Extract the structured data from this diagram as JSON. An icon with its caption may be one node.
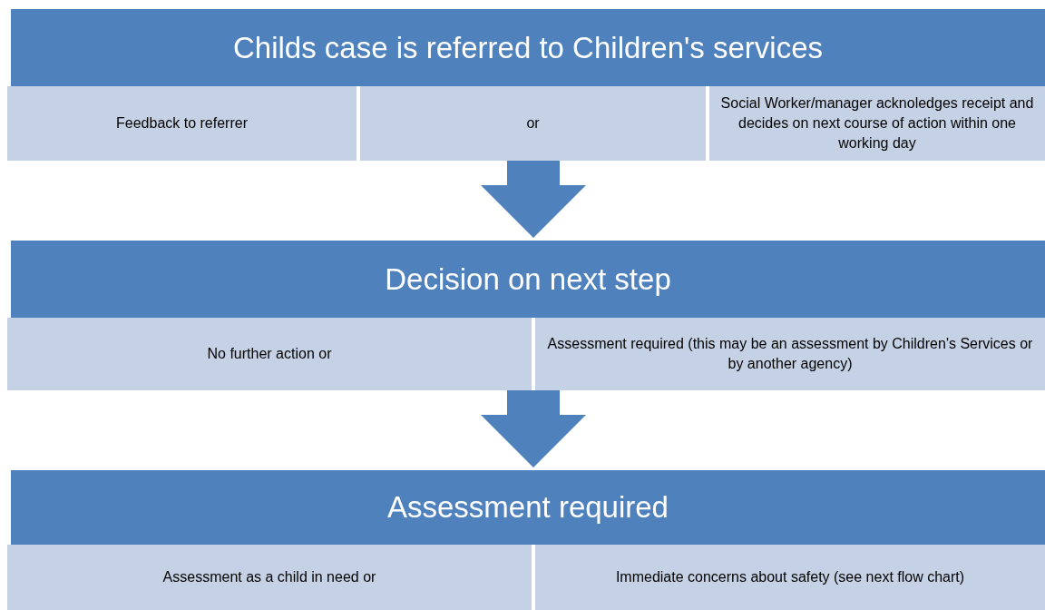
{
  "diagram": {
    "nodes": [
      {
        "text": [
          "Childs case is referred to Children's services"
        ]
      },
      {
        "text": [
          "Feedback to referrer"
        ]
      },
      {
        "text": [
          "or"
        ]
      },
      {
        "text": [
          "Social Worker/manager acknoledges receipt and decides on next course of action within one working day"
        ]
      },
      {
        "text": [
          "Decision on next step"
        ]
      },
      {
        "text": [
          "No further action or"
        ]
      },
      {
        "text": [
          "Assessment required (this may be an assessment by Children's Services or by another agency)"
        ]
      },
      {
        "text": [
          "Assessment required"
        ]
      },
      {
        "text": [
          "Assessment as a child in need or"
        ]
      },
      {
        "text": [
          "Immediate concerns about safety (see next flow chart)"
        ]
      }
    ],
    "edges": [
      {
        "from": 2,
        "to": 4,
        "arrow": "to"
      },
      {
        "from": 6,
        "to": 7,
        "arrow": "to"
      }
    ]
  }
}
